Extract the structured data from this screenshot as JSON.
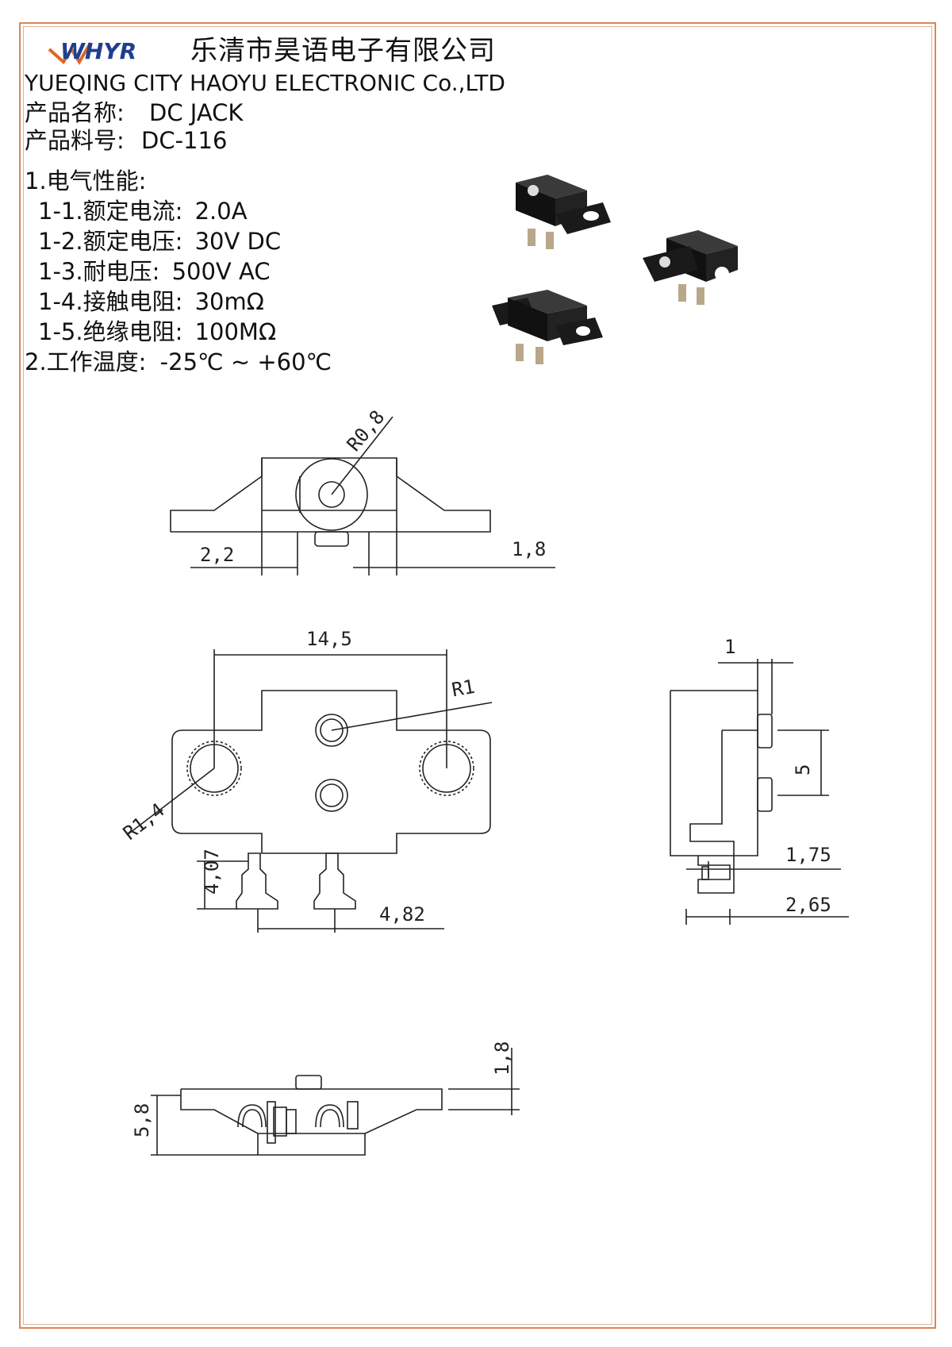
{
  "header": {
    "logo_text": "WHYR",
    "company_cn": "乐清市昊语电子有限公司",
    "company_en": "YUEQING CITY HAOYU ELECTRONIC Co.,LTD"
  },
  "product": {
    "name_label": "产品名称:",
    "name_value": "DC JACK",
    "part_label": "产品料号:",
    "part_value": "DC-116"
  },
  "specs": {
    "section1_title": "1.电气性能:",
    "items": [
      {
        "label": "1-1.额定电流:",
        "value": "2.0A"
      },
      {
        "label": "1-2.额定电压:",
        "value": "30V DC"
      },
      {
        "label": "1-3.耐电压:",
        "value": "500V AC"
      },
      {
        "label": "1-4.接触电阻:",
        "value": "30mΩ"
      },
      {
        "label": "1-5.绝缘电阻:",
        "value": "100MΩ"
      }
    ],
    "section2_label": "2.工作温度:",
    "section2_value": "-25℃ ~ +60℃"
  },
  "dimensions": {
    "top_view_radius": "R0,8",
    "top_view_left": "2,2",
    "top_view_right": "1,8",
    "front_width": "14,5",
    "front_center_radius": "R1",
    "front_mount_radius": "R1,4",
    "pin_height": "4,07",
    "pin_pitch": "4,82",
    "side_thickness": "1",
    "side_pin_spacing": "5",
    "side_offset_a": "1,75",
    "side_offset_b": "2,65",
    "bottom_height": "5,8",
    "bottom_offset": "1,8"
  },
  "colors": {
    "frame": "#d9875a",
    "logo_blue": "#1f3f8f",
    "logo_orange": "#e0661f",
    "body_black": "#1a1a1a"
  }
}
